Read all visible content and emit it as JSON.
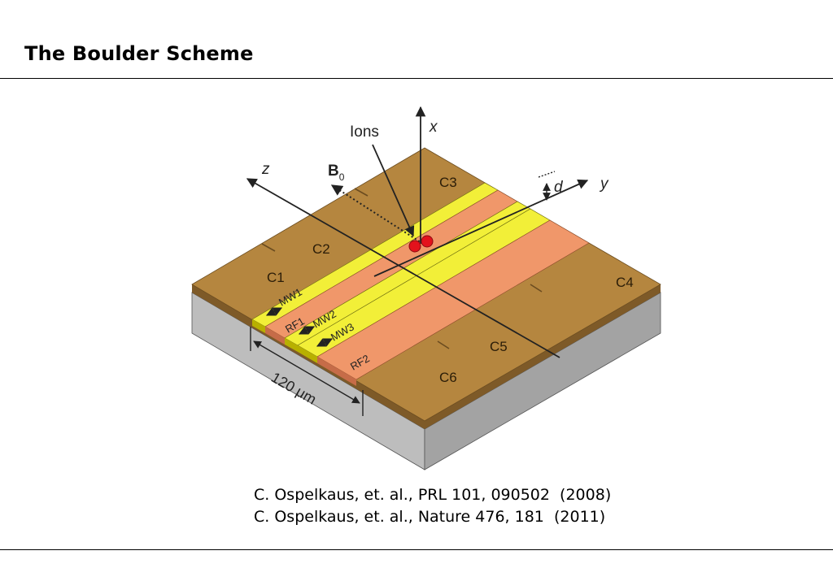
{
  "slide": {
    "title": "The Boulder Scheme"
  },
  "diagram": {
    "ions_label": "Ions",
    "b0_label": "B",
    "b0_subscript": "0",
    "axis_x": "x",
    "axis_y": "y",
    "axis_z": "z",
    "axis_d": "d",
    "electrodes": {
      "c1": "C1",
      "c2": "C2",
      "c3": "C3",
      "c4": "C4",
      "c5": "C5",
      "c6": "C6",
      "mw1": "MW1",
      "mw2": "MW2",
      "mw3": "MW3",
      "rf1": "RF1",
      "rf2": "RF2"
    },
    "scale": "120 μm",
    "colors": {
      "electrode_top": "#b5863f",
      "electrode_front": "#7e5a28",
      "rf": "#f0976a",
      "mw": "#f2ef38",
      "substrate_front": "#bdbdbd",
      "substrate_side": "#a3a3a3",
      "ion": "#e3121c"
    }
  },
  "references": [
    "C. Ospelkaus, et. al., PRL 101, 090502  (2008)",
    "C. Ospelkaus, et. al., Nature 476, 181  (2011)"
  ]
}
